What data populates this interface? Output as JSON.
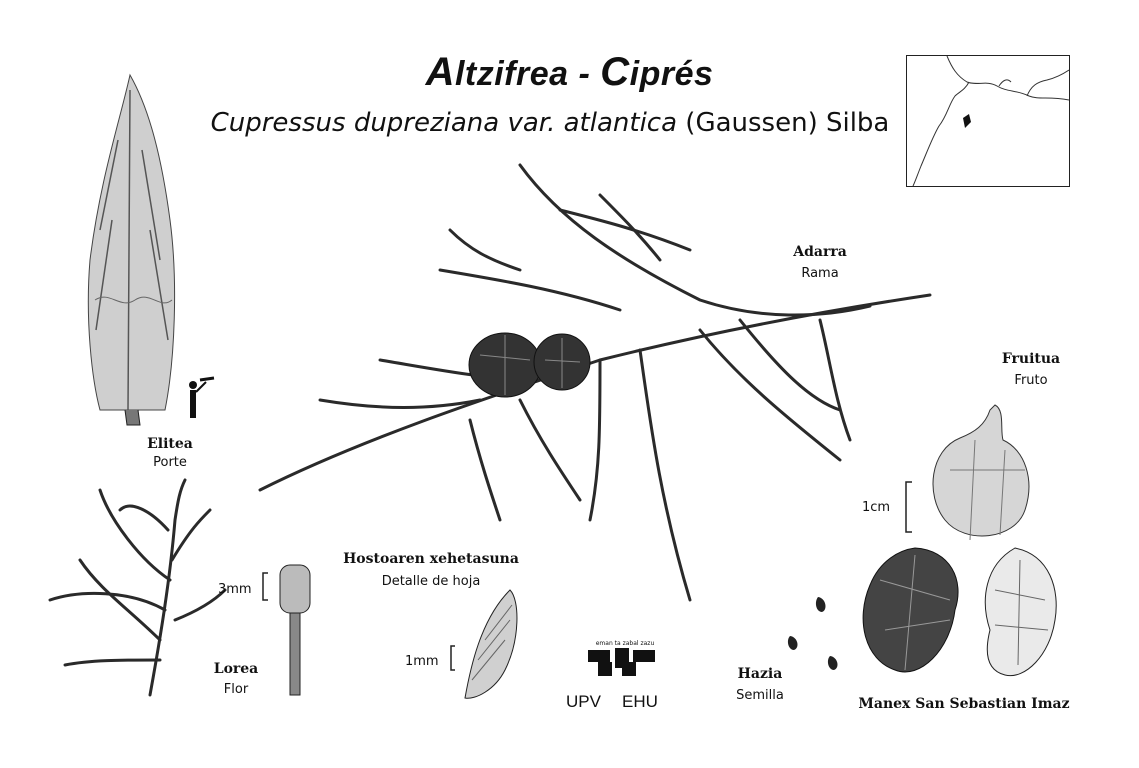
{
  "title": {
    "part1_cap": "A",
    "part1_rest": "ltzifrea",
    "sep": " - ",
    "part2_cap": "C",
    "part2_rest": "iprés"
  },
  "scientific_name": {
    "italic": "Cupressus dupreziana var. atlantica",
    "author": " (Gaussen) Silba"
  },
  "labels": {
    "habit": {
      "eu": "Elitea",
      "es": "Porte"
    },
    "branch": {
      "eu": "Adarra",
      "es": "Rama"
    },
    "fruit": {
      "eu": "Fruitua",
      "es": "Fruto"
    },
    "flower": {
      "eu": "Lorea",
      "es": "Flor"
    },
    "leaf": {
      "eu": "Hostoaren xehetasuna",
      "es": "Detalle de hoja"
    },
    "seed": {
      "eu": "Hazia",
      "es": "Semilla"
    }
  },
  "scales": {
    "fruit": "1cm",
    "flower": "3mm",
    "leaf": "1mm"
  },
  "logo": {
    "motto": "eman ta zabal zazu",
    "left": "UPV",
    "right": "EHU"
  },
  "author": "Manex San Sebastian Imaz",
  "colors": {
    "ink": "#1a1a1a",
    "background": "#ffffff"
  }
}
